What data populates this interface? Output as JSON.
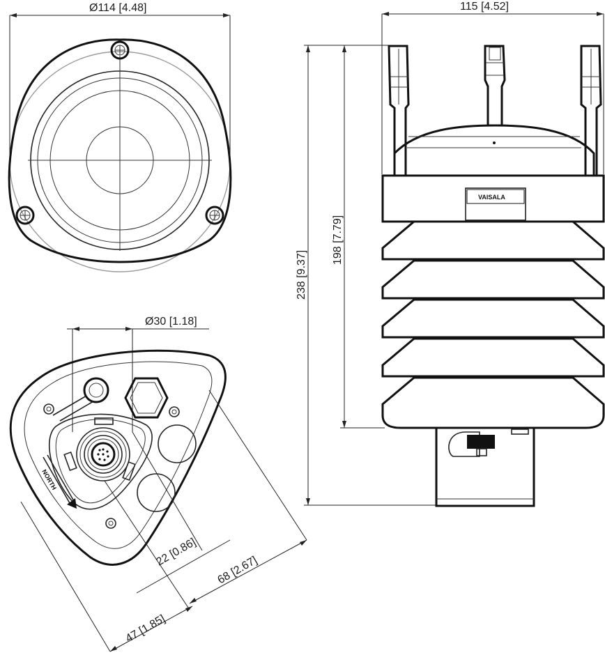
{
  "dimensions": {
    "top_diameter": "Ø114 [4.48]",
    "width": "115 [4.52]",
    "overall_height": "238 [9.37]",
    "body_height": "198 [7.79]",
    "connector_diameter": "Ø30 [1.18]",
    "offset_small": "22 [0.86]",
    "offset_mid": "68 [2.67]",
    "offset_large": "47 [1.85]"
  },
  "labels": {
    "brand": "VAISALA",
    "north": "NORTH"
  },
  "colors": {
    "outline": "#111111",
    "hidden_line": "#9a9a9a"
  }
}
